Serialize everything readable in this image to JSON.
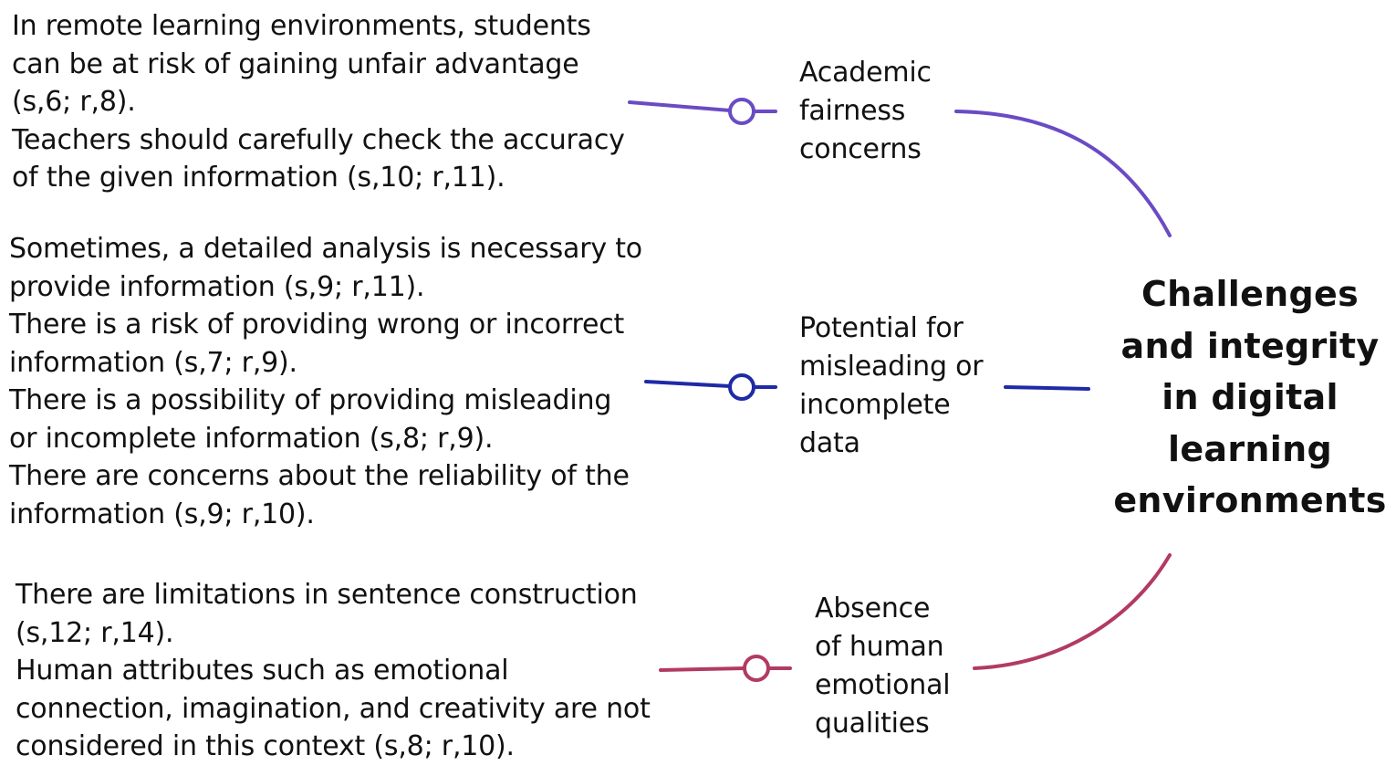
{
  "center": {
    "lines": [
      "Challenges",
      "and integrity",
      "in digital",
      "learning",
      "environments"
    ]
  },
  "colors": {
    "academic": "#6a4bc4",
    "misleading": "#1f2aa6",
    "absence": "#b23a64"
  },
  "themes": [
    {
      "id": "academic",
      "label_lines": [
        "Academic",
        "fairness",
        "concerns"
      ],
      "evidence_lines": [
        "In remote learning environments, students",
        "can be at risk of gaining unfair advantage",
        "(s,6; r,8).",
        "Teachers should carefully check the accuracy",
        "of the given information (s,10; r,11)."
      ]
    },
    {
      "id": "misleading",
      "label_lines": [
        "Potential for",
        "misleading or",
        "incomplete",
        "data"
      ],
      "evidence_lines": [
        "Sometimes, a detailed analysis is necessary to",
        "provide information (s,9; r,11).",
        "There is a risk of providing wrong or incorrect",
        "information (s,7; r,9).",
        "There is a possibility of providing misleading",
        "or incomplete information (s,8; r,9).",
        "There are concerns about the reliability of the",
        "information (s,9; r,10)."
      ]
    },
    {
      "id": "absence",
      "label_lines": [
        "Absence",
        "of human",
        "emotional",
        "qualities"
      ],
      "evidence_lines": [
        "There are limitations in sentence construction",
        "(s,12; r,14).",
        "Human attributes such as emotional",
        "connection, imagination, and creativity are not",
        "considered in this context (s,8; r,10)."
      ]
    }
  ]
}
